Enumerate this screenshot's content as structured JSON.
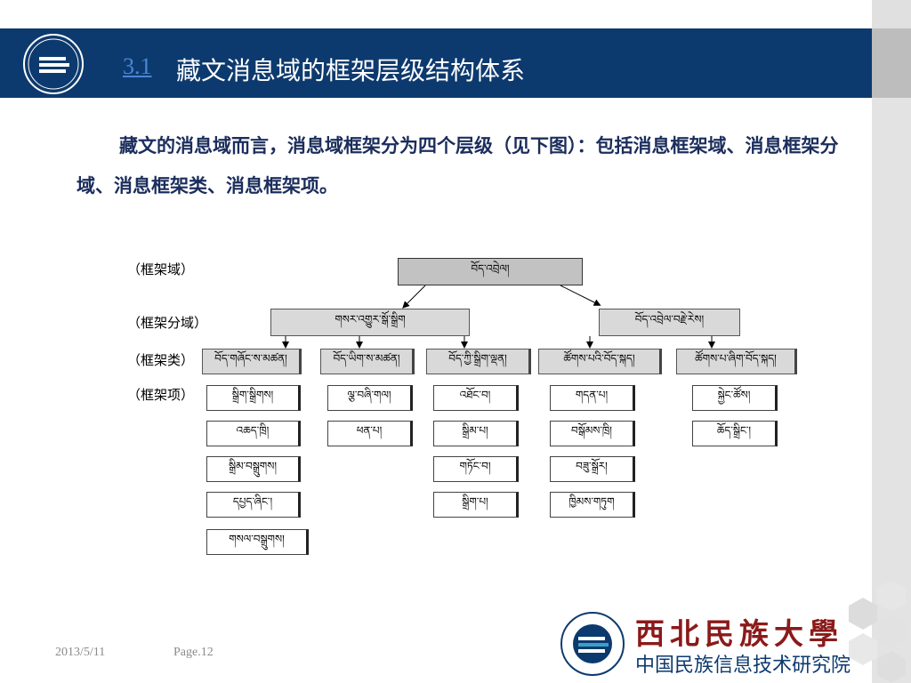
{
  "header": {
    "section_number": "3.1",
    "title": "藏文消息域的框架层级结构体系"
  },
  "paragraph": "藏文的消息域而言，消息域框架分为四个层级（见下图）：包括消息框架域、消息框架分域、消息框架类、消息框架项。",
  "diagram": {
    "level_labels": {
      "domain": "（框架域）",
      "subdomain": "（框架分域）",
      "category": "（框架类）",
      "item": "（框架项）"
    },
    "root": "བོད་འབྲེལ།",
    "subdomains": [
      "གསར་འགྱུར་སྒོ་སྒྲིག",
      "བོད་འབྲེལ་བརྗེ་རེས།"
    ],
    "categories": [
      "བོད་གཞོང་ས་མཚན།",
      "བོད་ཡིག་ས་མཚན།",
      "བོད་ཀྱི་སྒྲིག་ལྡན།",
      "ཚོགས་པའི་བོད་སྐད།",
      "ཚོགས་པ་ཞིག་བོད་སྐད།"
    ],
    "items": [
      [
        "སྒྲིག་སྒྲིགས།",
        "འཆད་ཁྲི།",
        "སྒྲིམ་བསྒྲུགས།",
        "དཔྱད་ཞིང་།",
        "གསལ་བསྒྲུགས།"
      ],
      [
        "ལྕ་བཞི་གལ།",
        "ཕན་པ།"
      ],
      [
        "འཐོང་བ།",
        "སྒྲིམ་པ།",
        "གཏོང་བ།",
        "སྒྲིག་པ།"
      ],
      [
        "གདན་པ།",
        "བསྒོམས་ཁྲི།",
        "བཟུ་སྒྲོར།",
        "ཁྱིམས་གཏུག"
      ],
      [
        "སྐྱེང་ཚོས།",
        "ཆོད་སྒྲིང་།"
      ]
    ]
  },
  "footer": {
    "date": "2013/5/11",
    "page": "Page.12"
  },
  "branding": {
    "university_name": "西北民族大學",
    "institute": "中国民族信息技术研究院"
  },
  "colors": {
    "header_bg": "#0d3a6e",
    "title_text": "#ffffff",
    "section_link": "#4a86d8",
    "paragraph_text": "#1b2d5c",
    "university_red": "#8b1a1a"
  }
}
